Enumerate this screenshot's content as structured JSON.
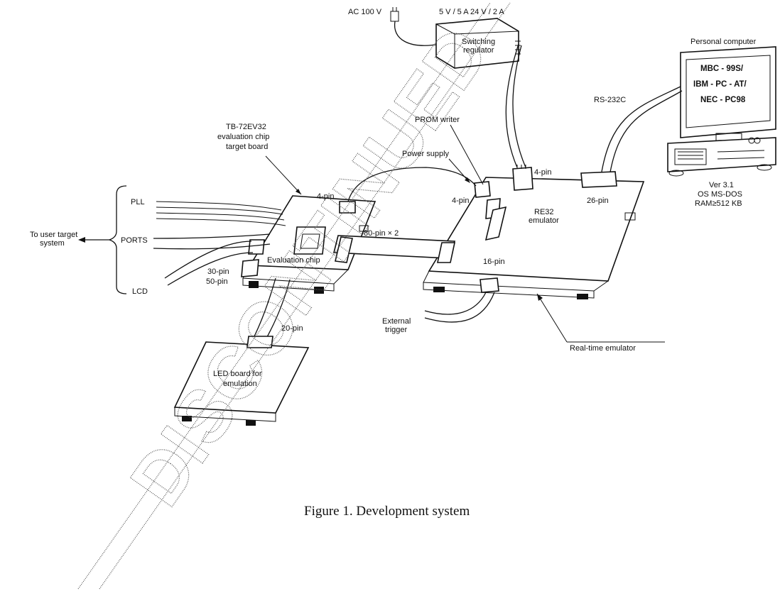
{
  "diagram": {
    "caption": "Figure 1. Development system",
    "watermark": "DISCONTINUED",
    "labels": {
      "ac_power": "AC 100 V",
      "psu_ratings": "5 V / 5 A  24 V / 2 A",
      "switching_regulator_1": "Switching",
      "switching_regulator_2": "regulator",
      "pc_title": "Personal computer",
      "pc_model_1": "MBC - 99S/",
      "pc_model_2": "IBM - PC - AT/",
      "pc_model_3": "NEC - PC98",
      "pc_req_1": "Ver 3.1",
      "pc_req_2": "OS  MS-DOS",
      "pc_req_3": "RAM≥512 KB",
      "rs232c": "RS-232C",
      "prom_writer": "PROM writer",
      "target_board_1": "TB-72EV32",
      "target_board_2": "evaluation chip",
      "target_board_3": "target board",
      "power_supply": "Power supply",
      "pin4_psu": "4-pin",
      "pin4_target": "4-pin",
      "pin4_emulator": "4-pin",
      "pin26": "26-pin",
      "emulator_1": "RE32",
      "emulator_2": "emulator",
      "pll": "PLL",
      "ports": "PORTS",
      "lcd": "LCD",
      "to_user_1": "To user target",
      "to_user_2": "system",
      "pin80x2": "80-pin × 2",
      "eval_chip": "Evaluation chip",
      "pin30": "30-pin",
      "pin50": "50-pin",
      "pin16": "16-pin",
      "ext_trigger_1": "External",
      "ext_trigger_2": "trigger",
      "realtime_emulator": "Real-time emulator",
      "pin20": "20-pin",
      "led_board_1": "LED board for",
      "led_board_2": "emulation"
    }
  }
}
